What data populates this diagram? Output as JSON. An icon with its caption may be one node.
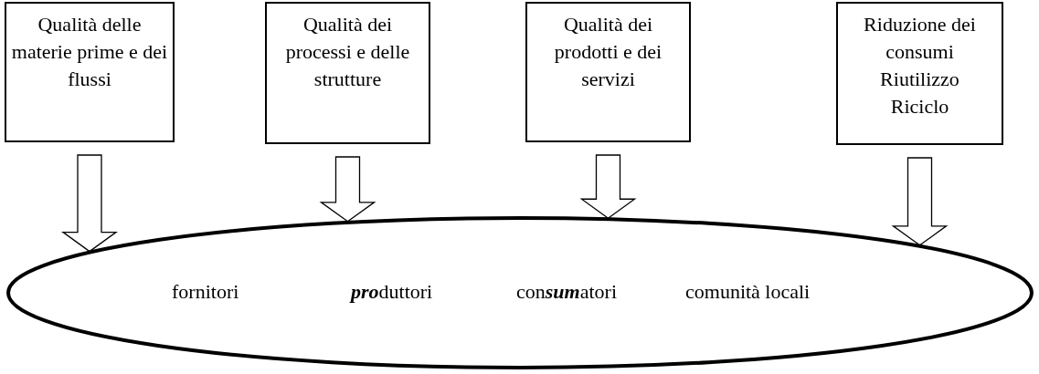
{
  "diagram": {
    "nodes": [
      {
        "text": [
          "Qualità delle materie prime e dei flussi"
        ]
      },
      {
        "text": [
          "Qualità dei processi e delle strutture"
        ]
      },
      {
        "text": [
          "Qualità dei prodotti e dei servizi"
        ]
      },
      {
        "text": [
          "Riduzione dei consumi",
          "Riutilizzo",
          "Riciclo"
        ]
      },
      {
        "text": [
          "fornitori",
          "**pro**duttori",
          "con**sum**atori",
          "comunità locali"
        ]
      }
    ],
    "edges": [
      {
        "from": 0,
        "to": 4,
        "arrow": "to"
      },
      {
        "from": 1,
        "to": 4,
        "arrow": "to"
      },
      {
        "from": 2,
        "to": 4,
        "arrow": "to"
      },
      {
        "from": 3,
        "to": 4,
        "arrow": "to"
      }
    ]
  }
}
